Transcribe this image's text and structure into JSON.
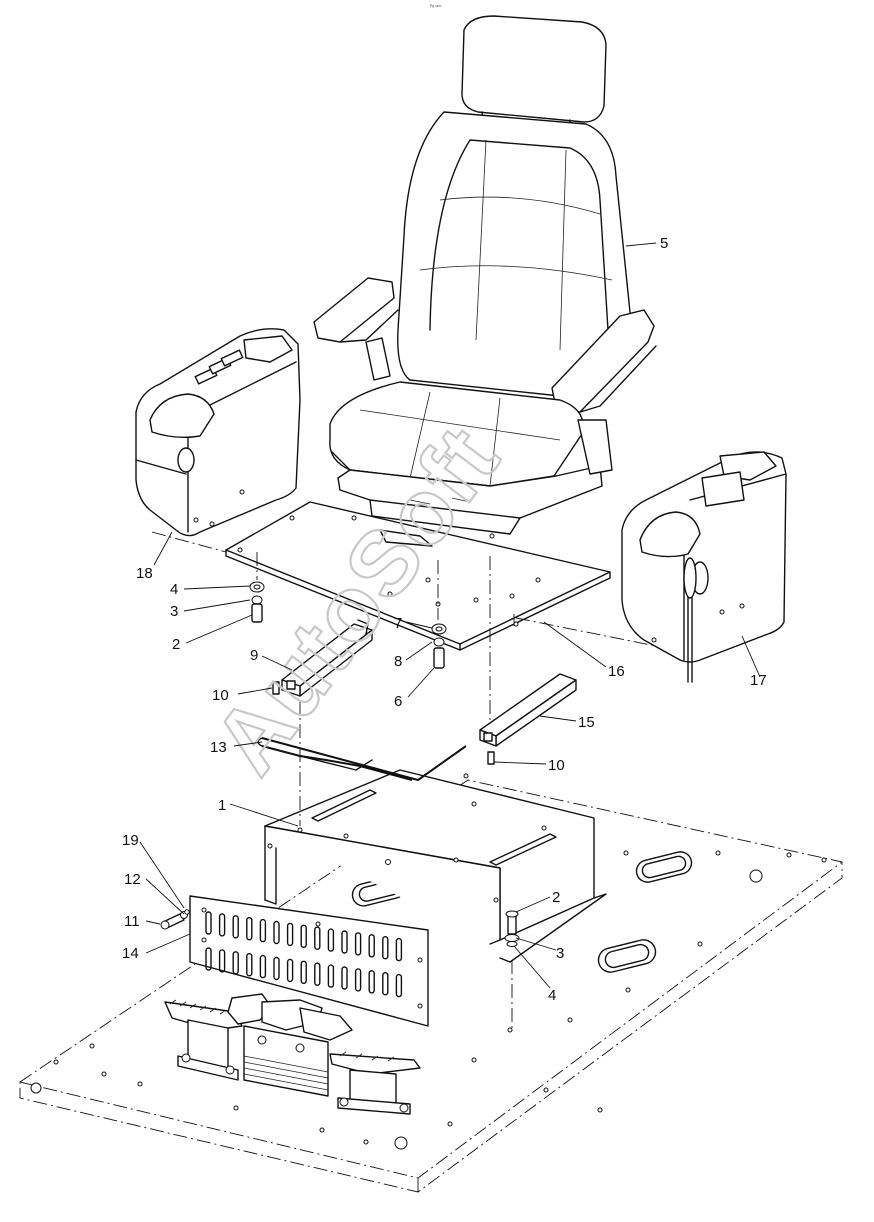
{
  "watermark": "AutoSoft",
  "corner_mark": "ᴾᵍ ᵘʳᵐ",
  "callouts": [
    {
      "id": "c5",
      "label": "5"
    },
    {
      "id": "c18",
      "label": "18"
    },
    {
      "id": "c4a",
      "label": "4"
    },
    {
      "id": "c3a",
      "label": "3"
    },
    {
      "id": "c2a",
      "label": "2"
    },
    {
      "id": "c9",
      "label": "9"
    },
    {
      "id": "c7",
      "label": "7"
    },
    {
      "id": "c8",
      "label": "8"
    },
    {
      "id": "c6",
      "label": "6"
    },
    {
      "id": "c16",
      "label": "16"
    },
    {
      "id": "c17",
      "label": "17"
    },
    {
      "id": "c10a",
      "label": "10"
    },
    {
      "id": "c15",
      "label": "15"
    },
    {
      "id": "c13",
      "label": "13"
    },
    {
      "id": "c10b",
      "label": "10"
    },
    {
      "id": "c1",
      "label": "1"
    },
    {
      "id": "c19",
      "label": "19"
    },
    {
      "id": "c12",
      "label": "12"
    },
    {
      "id": "c11",
      "label": "11"
    },
    {
      "id": "c14",
      "label": "14"
    },
    {
      "id": "c2b",
      "label": "2"
    },
    {
      "id": "c3b",
      "label": "3"
    },
    {
      "id": "c4b",
      "label": "4"
    }
  ]
}
